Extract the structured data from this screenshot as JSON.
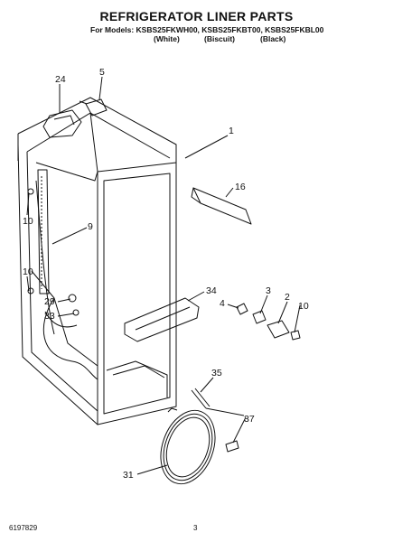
{
  "header": {
    "title": "REFRIGERATOR LINER PARTS",
    "models_line": "For Models: KSBS25FKWH00, KSBS25FKBT00, KSBS25FKBL00",
    "colors": [
      "(White)",
      "(Biscuit)",
      "(Black)"
    ]
  },
  "callouts": [
    "24",
    "5",
    "1",
    "16",
    "10",
    "9",
    "10",
    "29",
    "33",
    "34",
    "4",
    "3",
    "2",
    "10",
    "35",
    "37",
    "31"
  ],
  "footer": {
    "doc_number": "6197829",
    "page_number": "3"
  }
}
